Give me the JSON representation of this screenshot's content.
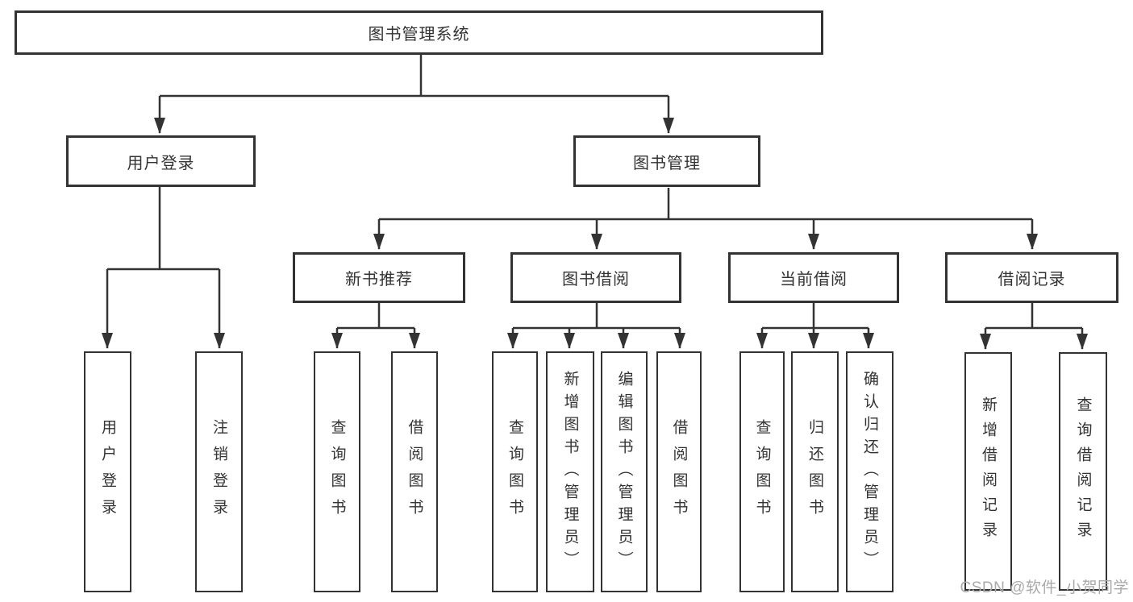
{
  "diagram": {
    "root": {
      "label": "图书管理系统"
    },
    "level2": [
      {
        "label": "用户登录"
      },
      {
        "label": "图书管理"
      }
    ],
    "level3": [
      {
        "label": "新书推荐"
      },
      {
        "label": "图书借阅"
      },
      {
        "label": "当前借阅"
      },
      {
        "label": "借阅记录"
      }
    ],
    "leaves": {
      "user_login": [
        {
          "label": "用户登录"
        },
        {
          "label": "注销登录"
        }
      ],
      "new_book_recommend": [
        {
          "label": "查询图书"
        },
        {
          "label": "借阅图书"
        }
      ],
      "book_borrow": [
        {
          "label": "查询图书"
        },
        {
          "label": "新增图书（管理员）"
        },
        {
          "label": "编辑图书（管理员）"
        },
        {
          "label": "借阅图书"
        }
      ],
      "current_borrow": [
        {
          "label": "查询图书"
        },
        {
          "label": "归还图书"
        },
        {
          "label": "确认归还（管理员）"
        }
      ],
      "borrow_records": [
        {
          "label": "新增借阅记录"
        },
        {
          "label": "查询借阅记录"
        }
      ]
    },
    "colors": {
      "line": "#333333",
      "text": "#333333",
      "watermark": "#a9a9a9",
      "background": "#ffffff"
    },
    "watermark": "CSDN @软件_小贺同学"
  }
}
